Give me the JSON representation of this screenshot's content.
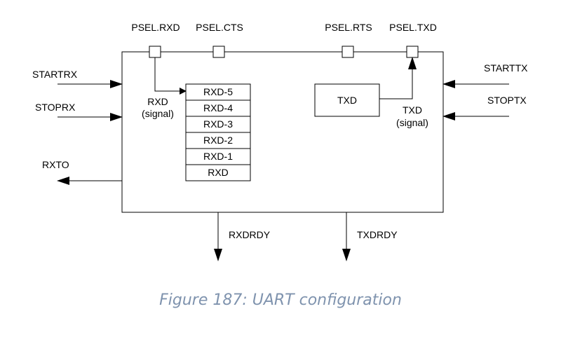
{
  "colors": {
    "line": "#000000",
    "caption": "#7f93ae",
    "background": "#ffffff"
  },
  "pins": {
    "psel_rxd": "PSEL.RXD",
    "psel_cts": "PSEL.CTS",
    "psel_rts": "PSEL.RTS",
    "psel_txd": "PSEL.TXD"
  },
  "tasks": {
    "startrx": "STARTRX",
    "stoprx": "STOPRX",
    "starttx": "STARTTX",
    "stoptx": "STOPTX"
  },
  "events": {
    "rxto": "RXTO",
    "rxdrdy": "RXDRDY",
    "txdrdy": "TXDRDY"
  },
  "signals": {
    "rxd": "RXD",
    "rxd_sub": "(signal)",
    "txd": "TXD",
    "txd_sub": "(signal)"
  },
  "rx_fifo": [
    "RXD-5",
    "RXD-4",
    "RXD-3",
    "RXD-2",
    "RXD-1",
    "RXD"
  ],
  "txd_block": "TXD",
  "caption": "Figure 187: UART configuration"
}
